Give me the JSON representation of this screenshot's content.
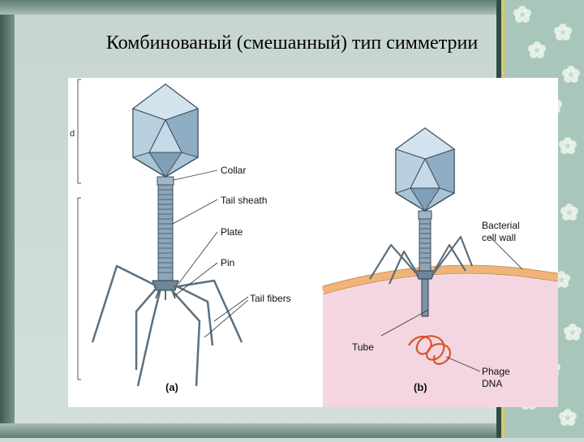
{
  "slide": {
    "title": "Комбинованый (смешанный) тип симметрии",
    "colors": {
      "background": "#ccd9d6",
      "left_bar": "#3e5b52",
      "divider_dark": "#2f4d46",
      "divider_gold": "#d9c86a",
      "floral_panel": "#a8c6b9"
    }
  },
  "figure": {
    "labels": {
      "collar": "Collar",
      "tail_sheath": "Tail sheath",
      "plate": "Plate",
      "pin": "Pin",
      "tail_fibers": "Tail fibers",
      "bacterial_cell_wall_line1": "Bacterial",
      "bacterial_cell_wall_line2": "cell wall",
      "tube": "Tube",
      "phage_dna_line1": "Phage",
      "phage_dna_line2": "DNA",
      "panel_a": "(a)",
      "panel_b": "(b)",
      "margin_letter": "d"
    },
    "colors": {
      "capsid_light": "#d2e3ee",
      "capsid_mid": "#a9c4d6",
      "capsid_dark": "#7f9fb6",
      "sheath": "#8ea6b8",
      "cell_membrane": "#f0b47a",
      "cell_interior": "#f3d6e2",
      "dna": "#d8542a"
    }
  }
}
